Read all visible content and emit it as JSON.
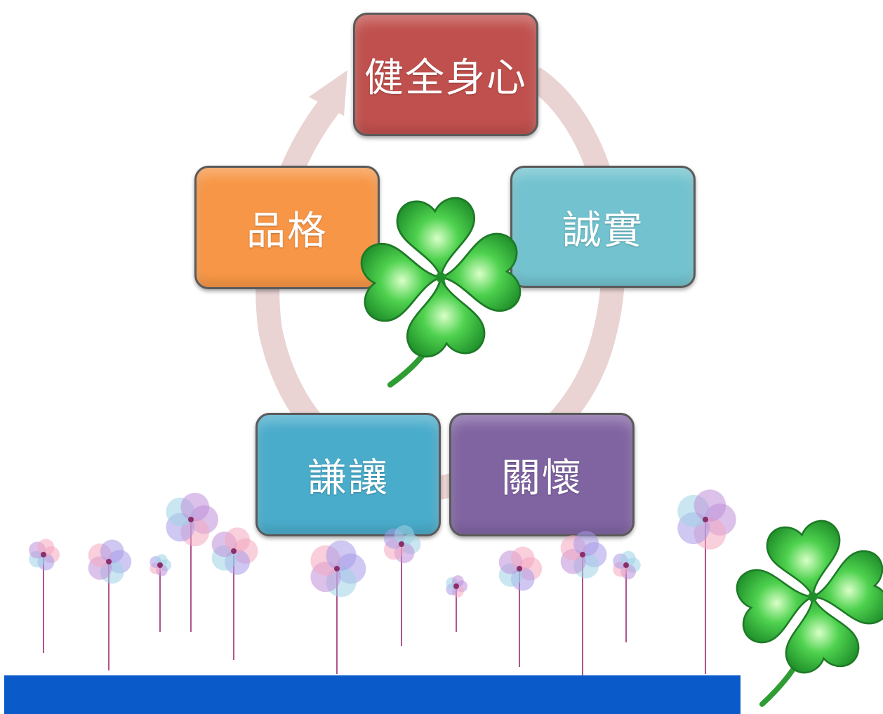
{
  "cycle": {
    "nodes": [
      {
        "id": "health",
        "label": "健全身心",
        "color": "#c0504d"
      },
      {
        "id": "honesty",
        "label": "誠實",
        "color": "#72c3cf"
      },
      {
        "id": "care",
        "label": "關懷",
        "color": "#8064a2"
      },
      {
        "id": "humility",
        "label": "謙讓",
        "color": "#4aaccb"
      },
      {
        "id": "character",
        "label": "品格",
        "color": "#f79646"
      }
    ],
    "arrow_color": "#ead3d3"
  },
  "decorations": {
    "clover_color": "#3cba3c",
    "flower_colors": [
      "#f4a7c0",
      "#a89be8",
      "#9fd3e6",
      "#c08fd8"
    ],
    "bottom_bar_color": "#0b5ac9"
  }
}
